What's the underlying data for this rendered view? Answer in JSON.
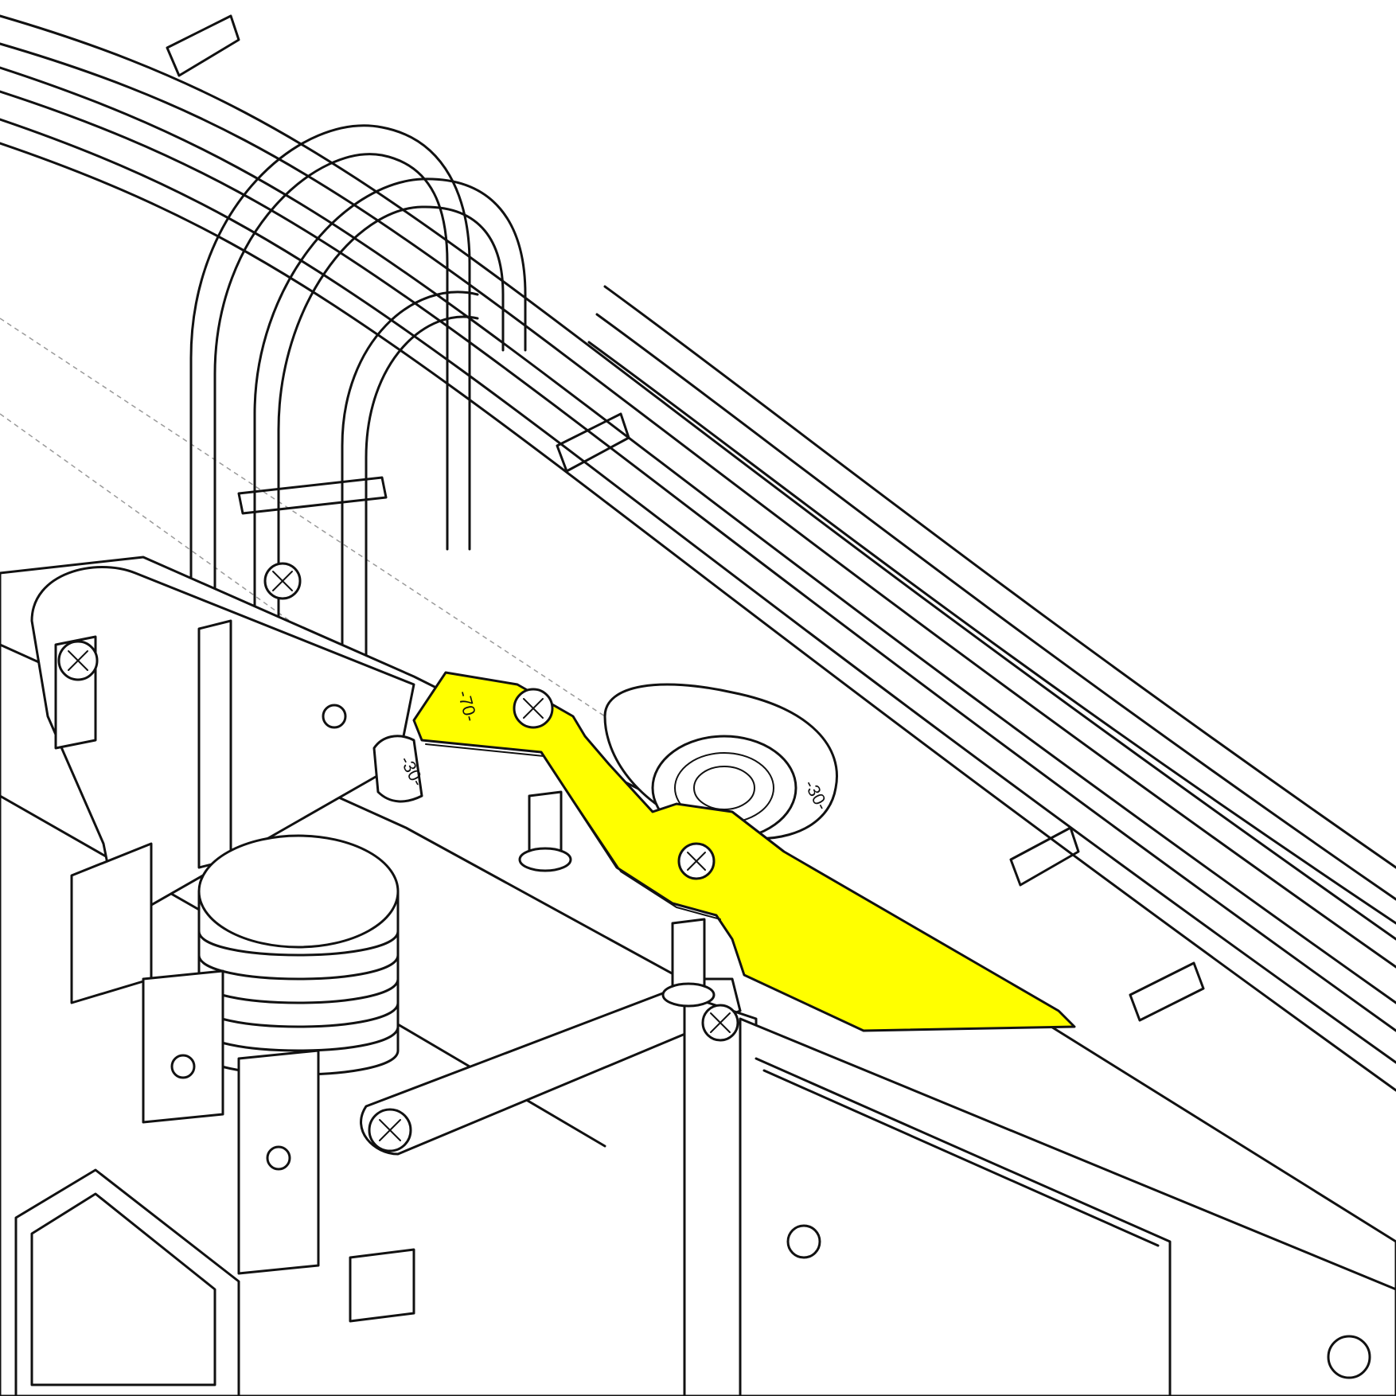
{
  "colors": {
    "highlight": "#ffff00",
    "line": "#111111",
    "background": "#ffffff"
  },
  "labels": {
    "highlight_part_mark": "-70-",
    "left_plate_mark": "-30-",
    "ring_mark": "-30-"
  }
}
